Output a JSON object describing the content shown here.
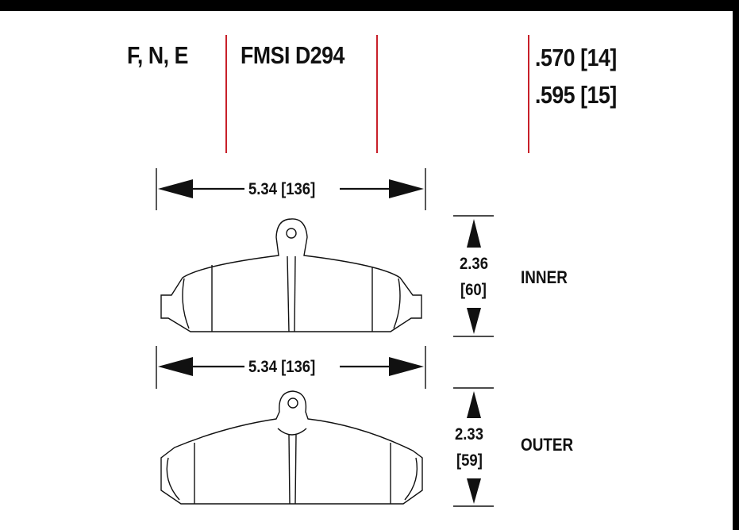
{
  "header": {
    "compounds": "F, N, E",
    "fmsi": "FMSI D294",
    "thickness_1": ".570 [14]",
    "thickness_2": ".595 [15]"
  },
  "inner": {
    "width": "5.34 [136]",
    "height_in": "2.36",
    "height_mm": "[60]",
    "label": "INNER"
  },
  "outer": {
    "width": "5.34 [136]",
    "height_in": "2.33",
    "height_mm": "[59]",
    "label": "OUTER"
  },
  "colors": {
    "divider": "#c8202a",
    "ink": "#111111",
    "border": "#000000"
  }
}
